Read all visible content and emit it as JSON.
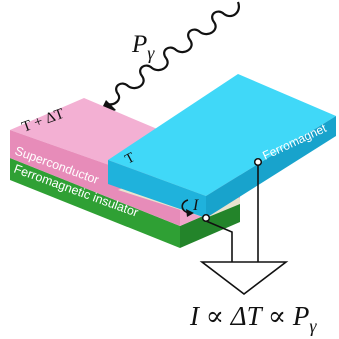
{
  "photon": {
    "power_symbol": "P",
    "power_subscript": "γ"
  },
  "layers": {
    "superconductor": "Superconductor",
    "ferromagnetic_insulator": "Ferromagnetic insulator",
    "ferromagnet": "Ferromagnet"
  },
  "temperatures": {
    "hot": "T + ΔT",
    "base": "T"
  },
  "current_symbol": "I",
  "formula": {
    "text": "I ∝ ΔT ∝ P",
    "subscript": "γ"
  },
  "colors": {
    "superconductor_top": "#f3b0d3",
    "superconductor_front": "#e78cb9",
    "ferromagnet_top": "#40d8f8",
    "ferromagnet_front": "#1fb2dc",
    "insulator_front": "#2fa034",
    "insulator_top": "#55c548",
    "barrier": "#e9e3cf"
  }
}
